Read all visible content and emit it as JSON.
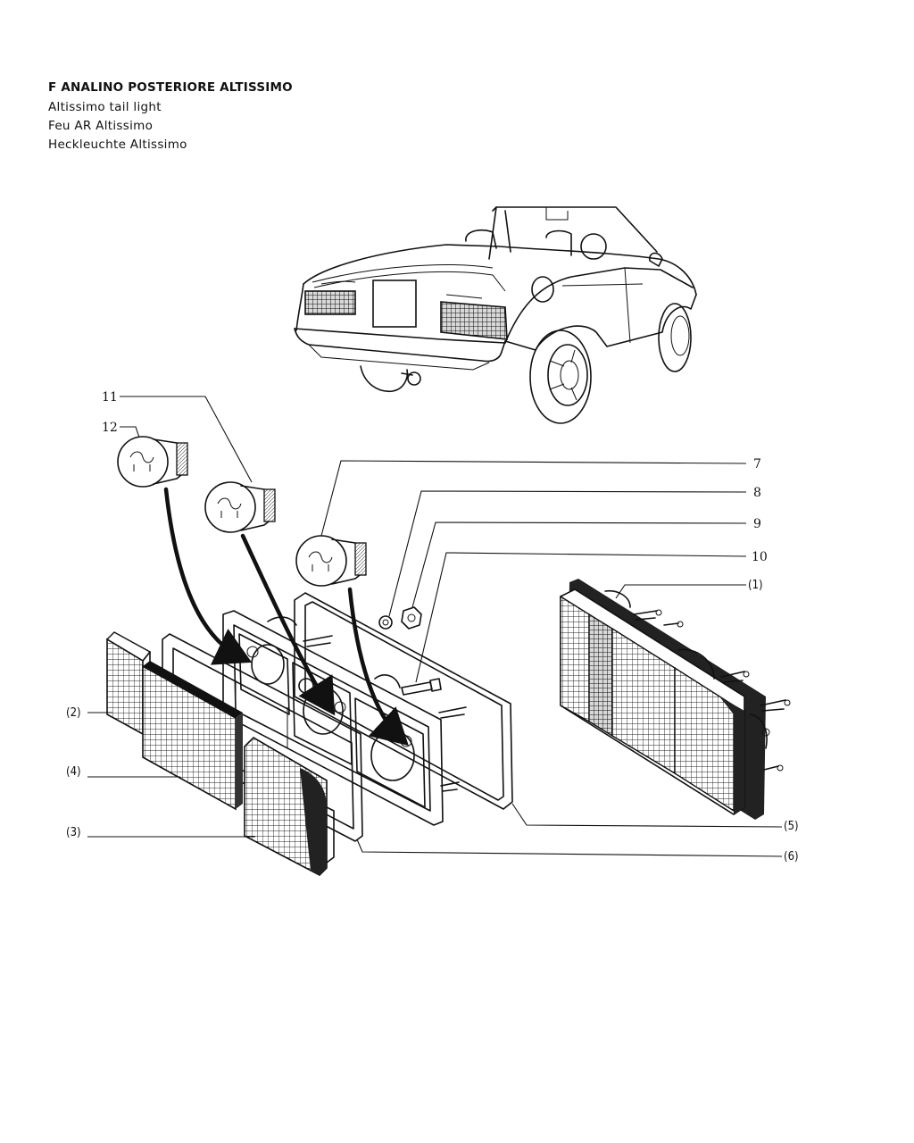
{
  "header": {
    "title_it": "F ANALINO POSTERIORE ALTISSIMO",
    "title_en": "Altissimo tail light",
    "title_fr": "Feu AR Altissimo",
    "title_de": "Heckleuchte Altissimo"
  },
  "callouts": {
    "n11": "11",
    "n12": "12",
    "n7": "7",
    "n8": "8",
    "n9": "9",
    "n10": "10",
    "p1": "(1)",
    "p2": "(2)",
    "p3": "(3)",
    "p4": "(4)",
    "p5": "(5)",
    "p6": "(6)"
  }
}
